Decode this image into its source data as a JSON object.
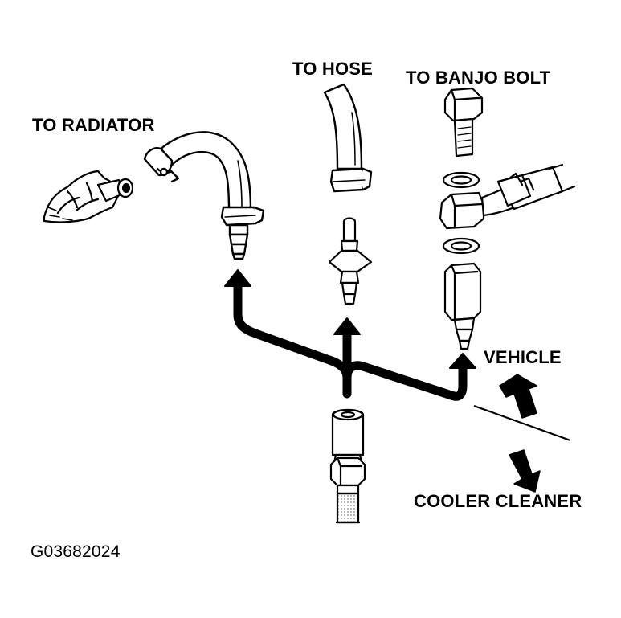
{
  "labels": {
    "to_radiator": "TO RADIATOR",
    "to_hose": "TO HOSE",
    "to_banjo_bolt": "TO BANJO BOLT",
    "vehicle": "VEHICLE",
    "cooler_cleaner": "COOLER CLEANER"
  },
  "figure_code": "G03682024",
  "colors": {
    "ink": "#000000",
    "paper": "#ffffff",
    "shade": "#9a9a9a"
  }
}
